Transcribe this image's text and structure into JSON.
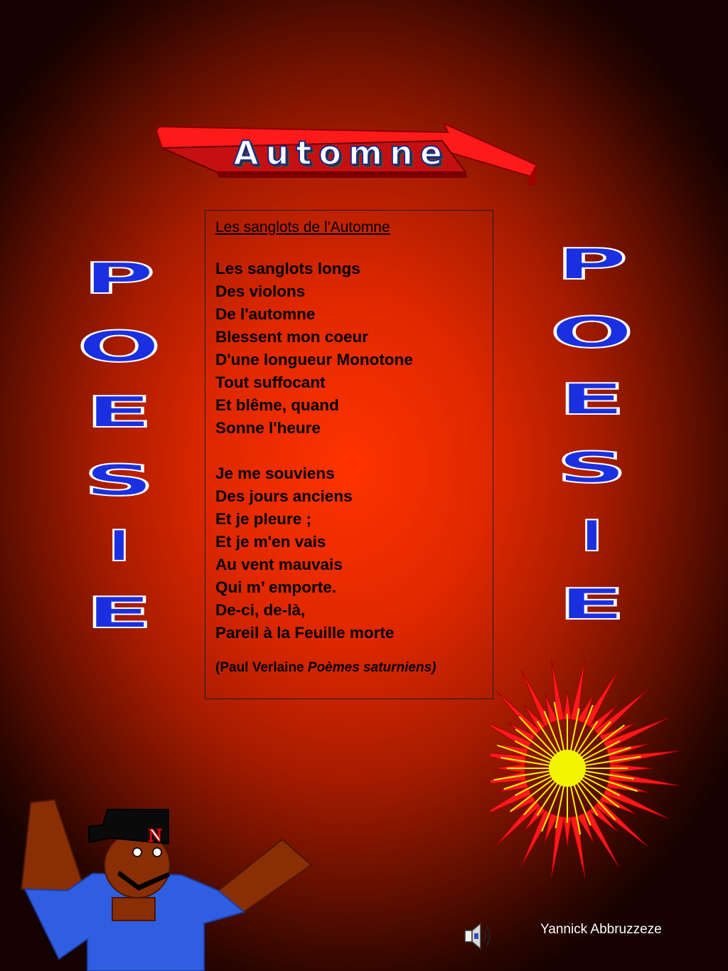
{
  "slide": {
    "title": "Automne",
    "side_word": [
      "P",
      "O",
      "E",
      "S",
      "I",
      "E"
    ],
    "cap_letter": "N",
    "author": "Yannick Abbruzzeze"
  },
  "poem": {
    "title": "Les sanglots de l'Automne",
    "stanza1": [
      "Les sanglots longs",
      "Des violons",
      "De l'automne",
      "Blessent mon coeur",
      "D'une longueur Monotone",
      "Tout suffocant",
      "Et blême, quand",
      "Sonne l'heure"
    ],
    "stanza2": [
      "Je me souviens",
      "Des jours anciens",
      "Et je pleure ;",
      "Et je m'en vais",
      "Au vent mauvais",
      "Qui m’  emporte.",
      "De-ci, de-là,",
      "Pareil à la Feuille morte"
    ],
    "attribution_author": "(Paul Verlaine ",
    "attribution_book": "Poèmes saturniens)"
  },
  "icons": {
    "speaker": "speaker-icon",
    "sunburst": "sunburst-icon",
    "character": "cartoon-character"
  },
  "colors": {
    "accent_blue": "#1a30e0",
    "banner_red": "#ff1a1a",
    "sun_yellow": "#f4f400",
    "background_red": "#ff3300"
  }
}
